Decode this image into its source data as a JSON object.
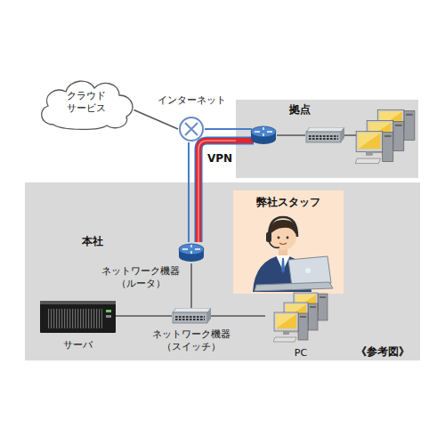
{
  "diagram": {
    "nodes": [
      {
        "text": [
          "クラウド サービス"
        ]
      },
      {
        "text": [
          "インターネット"
        ]
      },
      {
        "text": [
          "拠点"
        ]
      },
      {
        "text": [
          "本社"
        ]
      },
      {
        "text": [
          "弊社スタッフ"
        ],
        "in": 3
      },
      {
        "text": [
          "ネットワーク機器 （ルータ）"
        ],
        "in": 3
      },
      {
        "text": [
          "サーバ"
        ],
        "in": 3
      },
      {
        "text": [
          "ネットワーク機器 （スイッチ）"
        ],
        "in": 3
      },
      {
        "text": [
          "PC"
        ],
        "in": 3
      }
    ],
    "edges": [
      {
        "from": 0,
        "to": 1,
        "arrow": "none"
      },
      {
        "from": 1,
        "to": 2,
        "arrow": "none"
      },
      {
        "from": 1,
        "to": 5,
        "arrow": "none"
      },
      {
        "from": 2,
        "to": 5,
        "label": "VPN",
        "arrow": "none"
      },
      {
        "from": 5,
        "to": 7,
        "arrow": "none"
      },
      {
        "from": 7,
        "to": 6,
        "arrow": "none"
      },
      {
        "from": 7,
        "to": 8,
        "arrow": "none"
      }
    ],
    "labels": [
      "《参考図》"
    ]
  }
}
